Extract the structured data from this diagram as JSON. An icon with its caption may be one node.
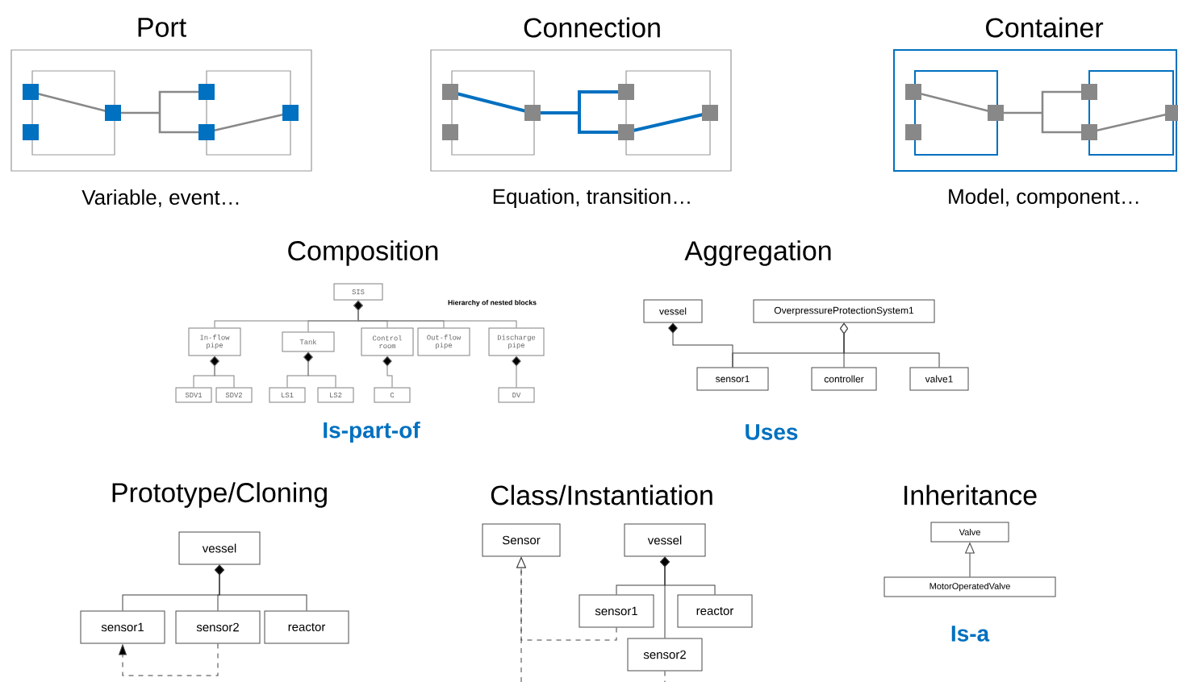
{
  "diagram": {
    "nodes": [
      {
        "text": [
          "SIS"
        ]
      },
      {
        "text": [
          "In-flow pipe"
        ]
      },
      {
        "text": [
          "Tank"
        ]
      },
      {
        "text": [
          "Control room"
        ]
      },
      {
        "text": [
          "Out-flow pipe"
        ]
      },
      {
        "text": [
          "Discharge pipe"
        ]
      },
      {
        "text": [
          "SDV1"
        ]
      },
      {
        "text": [
          "SDV2"
        ]
      },
      {
        "text": [
          "LS1"
        ]
      },
      {
        "text": [
          "LS2"
        ]
      },
      {
        "text": [
          "C"
        ]
      },
      {
        "text": [
          "DV"
        ]
      },
      {
        "text": [
          "vessel"
        ]
      },
      {
        "text": [
          "OverpressureProtectionSystem1"
        ]
      },
      {
        "text": [
          "sensor1"
        ]
      },
      {
        "text": [
          "controller"
        ]
      },
      {
        "text": [
          "valve1"
        ]
      },
      {
        "text": [
          "vessel"
        ]
      },
      {
        "text": [
          "sensor1"
        ]
      },
      {
        "text": [
          "sensor2"
        ]
      },
      {
        "text": [
          "reactor"
        ]
      },
      {
        "text": [
          "Sensor"
        ]
      },
      {
        "text": [
          "vessel"
        ]
      },
      {
        "text": [
          "sensor1"
        ]
      },
      {
        "text": [
          "reactor"
        ]
      },
      {
        "text": [
          "sensor2"
        ]
      },
      {
        "text": [
          "Valve"
        ]
      },
      {
        "text": [
          "MotorOperatedValve"
        ]
      }
    ],
    "edges": [
      {
        "from": 1,
        "to": 0,
        "arrow": "other"
      },
      {
        "from": 2,
        "to": 0,
        "arrow": "other"
      },
      {
        "from": 3,
        "to": 0,
        "arrow": "other"
      },
      {
        "from": 4,
        "to": 0,
        "arrow": "other"
      },
      {
        "from": 5,
        "to": 0,
        "arrow": "other"
      },
      {
        "from": 6,
        "to": 1,
        "arrow": "other"
      },
      {
        "from": 7,
        "to": 1,
        "arrow": "other"
      },
      {
        "from": 8,
        "to": 2,
        "arrow": "other"
      },
      {
        "from": 9,
        "to": 2,
        "arrow": "other"
      },
      {
        "from": 10,
        "to": 3,
        "arrow": "other"
      },
      {
        "from": 11,
        "to": 5,
        "arrow": "other"
      },
      {
        "from": 14,
        "to": 12,
        "arrow": "other"
      },
      {
        "from": 14,
        "to": 13,
        "arrow": "other"
      },
      {
        "from": 15,
        "to": 13,
        "arrow": "other"
      },
      {
        "from": 16,
        "to": 13,
        "arrow": "other"
      },
      {
        "from": 18,
        "to": 17,
        "arrow": "other"
      },
      {
        "from": 19,
        "to": 17,
        "arrow": "other"
      },
      {
        "from": 20,
        "to": 17,
        "arrow": "other"
      },
      {
        "from": 19,
        "to": 18,
        "arrow": "to",
        "style": "dashed"
      },
      {
        "from": 23,
        "to": 22,
        "arrow": "other"
      },
      {
        "from": 24,
        "to": 22,
        "arrow": "other"
      },
      {
        "from": 25,
        "to": 22,
        "arrow": "other"
      },
      {
        "from": 23,
        "to": 21,
        "arrow": "to",
        "style": "dashed"
      },
      {
        "from": null,
        "to": 21,
        "arrow": "to",
        "style": "dashed"
      },
      {
        "from": 25,
        "to": null,
        "arrow": "none",
        "style": "dashed"
      },
      {
        "from": 27,
        "to": 26,
        "arrow": "to"
      }
    ],
    "labels": [
      "Port",
      "Connection",
      "Container",
      "Variable, event…",
      "Equation, transition…",
      "Model, component…",
      "Composition",
      "Aggregation",
      "Hierarchy of nested blocks",
      "Is-part-of",
      "Uses",
      "Prototype/Cloning",
      "Class/Instantiation",
      "Inheritance",
      "Is-a"
    ]
  }
}
